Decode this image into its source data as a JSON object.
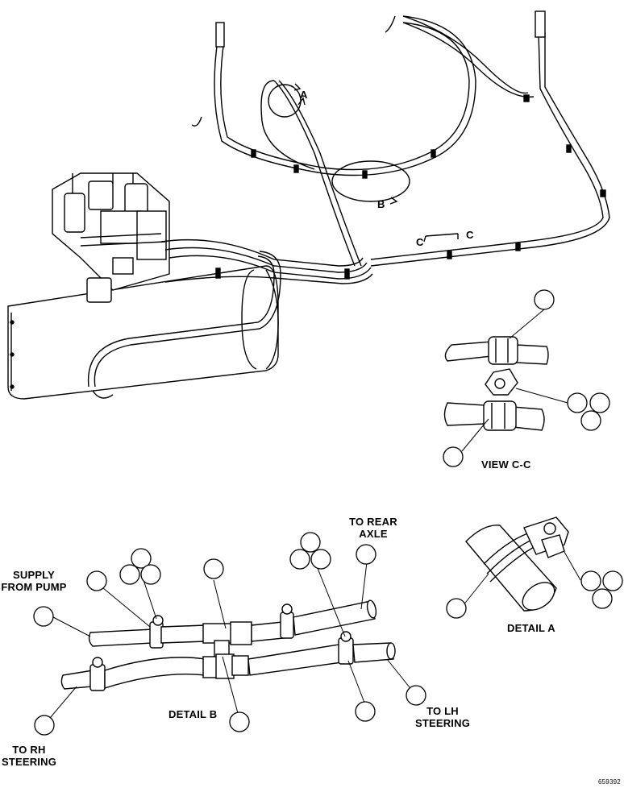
{
  "labels": {
    "view_a_marker": "A",
    "view_b_marker": "B",
    "view_c_left": "C",
    "view_c_right": "C",
    "view_cc_title": "VIEW C-C",
    "detail_a_title": "DETAIL A",
    "detail_b_title": "DETAIL B",
    "to_rear_axle_1": "TO REAR",
    "to_rear_axle_2": "AXLE",
    "supply_1": "SUPPLY",
    "supply_2": "FROM PUMP",
    "to_rh_1": "TO RH",
    "to_rh_2": "STEERING",
    "to_lh_1": "TO LH",
    "to_lh_2": "STEERING",
    "figure_id": "659392"
  },
  "colors": {
    "line": "#000000",
    "background": "#ffffff"
  }
}
